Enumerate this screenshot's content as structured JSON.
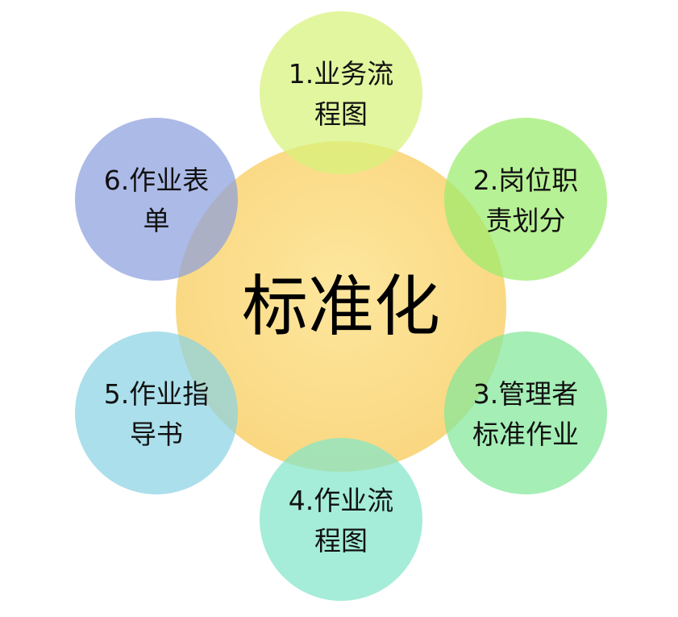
{
  "center": {
    "label": "标准化",
    "color": "#FBD46E"
  },
  "nodes": [
    {
      "lines": [
        "1.业务流",
        "程图"
      ],
      "color": "#D7F27A"
    },
    {
      "lines": [
        "2.岗位职",
        "责划分"
      ],
      "color": "#9BEB6C"
    },
    {
      "lines": [
        "3.管理者",
        "标准作业"
      ],
      "color": "#82E89A"
    },
    {
      "lines": [
        "4.作业流",
        "程图"
      ],
      "color": "#82E6C9"
    },
    {
      "lines": [
        "5.作业指",
        "导书"
      ],
      "color": "#8AD3E3"
    },
    {
      "lines": [
        "6.作业表",
        "单"
      ],
      "color": "#8C9FDE"
    }
  ]
}
